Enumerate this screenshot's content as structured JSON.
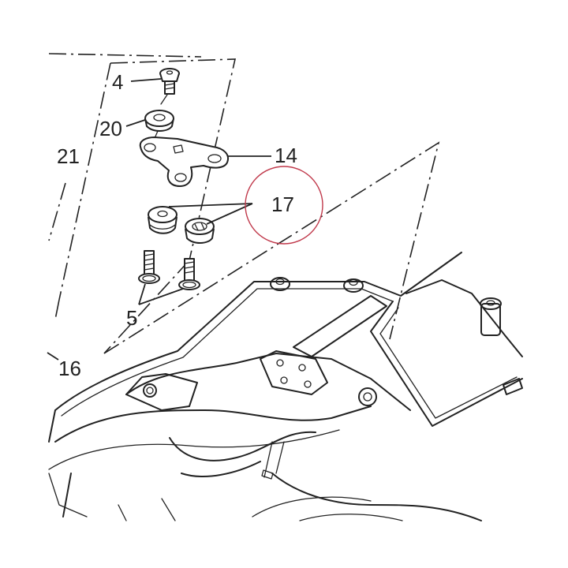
{
  "callouts": {
    "c4": "4",
    "c20": "20",
    "c21": "21",
    "c14": "14",
    "c17": "17",
    "c5": "5",
    "c16": "16"
  },
  "colors": {
    "line": "#222222",
    "highlight_circle": "#c0394b",
    "background": "#ffffff"
  }
}
